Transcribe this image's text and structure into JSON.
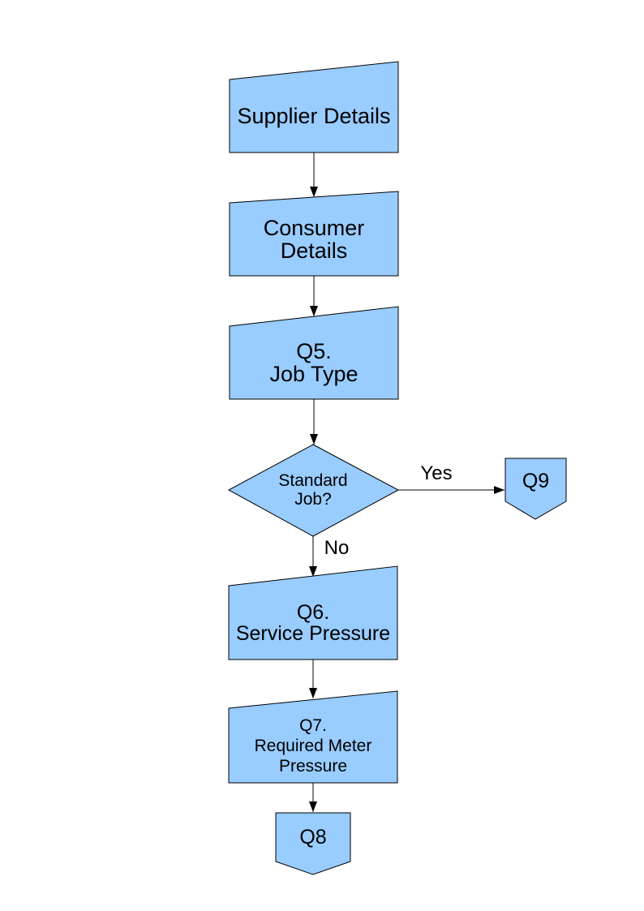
{
  "colors": {
    "node_fill": "#99CCFF",
    "node_stroke": "#000000",
    "connector": "#000000",
    "text_color": "#000000",
    "page_background": "#FFFFFF"
  },
  "nodes": {
    "supplier": {
      "label": "Supplier Details",
      "shape": "manual-input"
    },
    "consumer": {
      "label": "Consumer Details",
      "shape": "manual-input"
    },
    "q5": {
      "label": "Q5.\nJob Type",
      "shape": "manual-input"
    },
    "decision": {
      "label": "Standard\nJob?",
      "shape": "decision-diamond"
    },
    "q9": {
      "label": "Q9",
      "shape": "off-page-connector"
    },
    "q6": {
      "label": "Q6.\nService Pressure",
      "shape": "manual-input"
    },
    "q7": {
      "label": "Q7.\nRequired Meter\nPressure",
      "shape": "manual-input"
    },
    "q8": {
      "label": "Q8",
      "shape": "off-page-connector"
    }
  },
  "edges": {
    "yes_label": "Yes",
    "no_label": "No"
  }
}
